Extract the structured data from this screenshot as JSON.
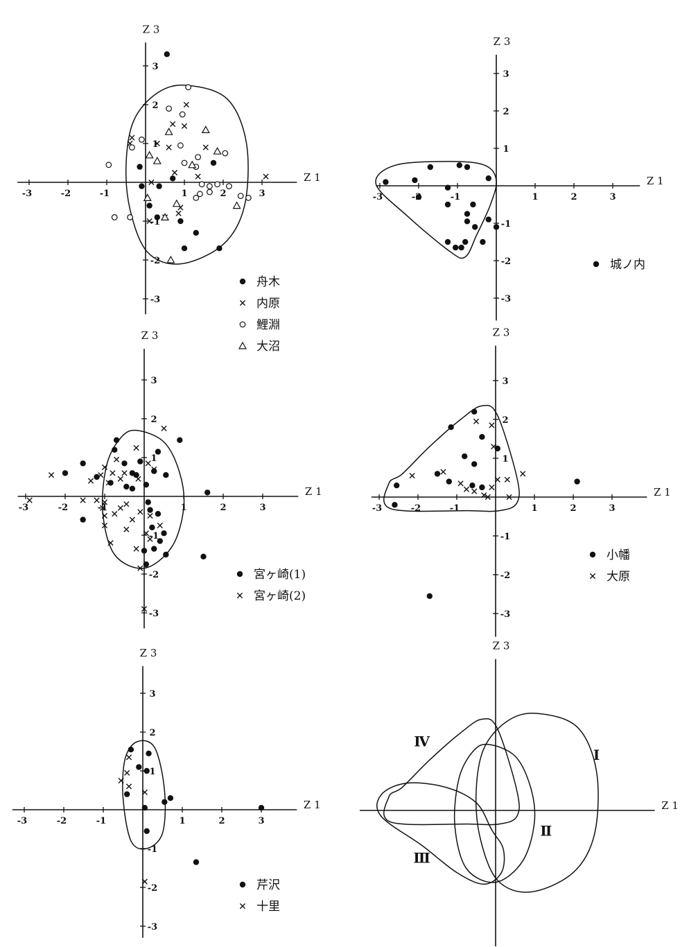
{
  "chart_data": [
    {
      "type": "scatter",
      "x_axis_label": "Z 1",
      "y_axis_label": "Z 3",
      "x_ticks": [
        "-3",
        "-2",
        "-1",
        "1",
        "2",
        "3"
      ],
      "y_ticks": [
        "3",
        "2",
        "1",
        "-1",
        "-2",
        "-3"
      ],
      "series": [
        {
          "name": "舟木",
          "marker": "dot",
          "points": [
            [
              0.55,
              3.3
            ],
            [
              -0.15,
              0.4
            ],
            [
              0.1,
              -0.6
            ],
            [
              0.35,
              -0.1
            ],
            [
              -0.1,
              -0.1
            ],
            [
              0.7,
              0.1
            ],
            [
              0.3,
              -0.9
            ],
            [
              0.9,
              -1.0
            ],
            [
              1.0,
              -1.7
            ],
            [
              1.3,
              -1.3
            ],
            [
              1.75,
              0.5
            ],
            [
              1.9,
              -1.7
            ]
          ]
        },
        {
          "name": "内原",
          "marker": "x",
          "points": [
            [
              1.05,
              2.0
            ],
            [
              0.7,
              1.5
            ],
            [
              1.0,
              1.45
            ],
            [
              0.3,
              1.0
            ],
            [
              0.6,
              0.9
            ],
            [
              1.55,
              0.9
            ],
            [
              -0.35,
              1.15
            ],
            [
              -0.4,
              1.0
            ],
            [
              0.75,
              0.25
            ],
            [
              1.35,
              0.15
            ],
            [
              0.15,
              0.0
            ],
            [
              0.85,
              -0.8
            ],
            [
              0.9,
              -0.65
            ],
            [
              0.5,
              -0.9
            ],
            [
              0.1,
              -1.0
            ],
            [
              3.1,
              0.15
            ]
          ]
        },
        {
          "name": "鯉淵",
          "marker": "o",
          "points": [
            [
              1.1,
              2.45
            ],
            [
              0.6,
              1.9
            ],
            [
              0.95,
              1.75
            ],
            [
              -0.1,
              1.1
            ],
            [
              -0.35,
              0.9
            ],
            [
              0.9,
              0.95
            ],
            [
              1.0,
              0.5
            ],
            [
              1.35,
              0.65
            ],
            [
              2.05,
              0.75
            ],
            [
              1.3,
              0.4
            ],
            [
              -0.95,
              0.45
            ],
            [
              1.45,
              -0.05
            ],
            [
              1.65,
              -0.1
            ],
            [
              1.85,
              -0.05
            ],
            [
              2.15,
              -0.1
            ],
            [
              1.4,
              -0.3
            ],
            [
              1.65,
              -0.25
            ],
            [
              1.3,
              -0.4
            ],
            [
              2.45,
              -0.35
            ],
            [
              2.65,
              -0.4
            ],
            [
              -0.8,
              -0.9
            ],
            [
              -0.4,
              -0.9
            ]
          ]
        },
        {
          "name": "大沼",
          "marker": "tri",
          "points": [
            [
              0.6,
              1.3
            ],
            [
              1.55,
              1.35
            ],
            [
              0.1,
              0.7
            ],
            [
              1.85,
              0.8
            ],
            [
              0.3,
              0.55
            ],
            [
              1.2,
              0.45
            ],
            [
              0.05,
              -0.4
            ],
            [
              0.8,
              -0.55
            ],
            [
              0.5,
              -0.9
            ],
            [
              2.35,
              -0.6
            ],
            [
              0.65,
              -2.0
            ]
          ]
        },
        {
          "name": "城ノ内",
          "marker": "dot",
          "points": [
            [
              -2.85,
              0.1
            ],
            [
              -2.1,
              0.15
            ],
            [
              -1.7,
              0.5
            ],
            [
              -0.95,
              0.55
            ],
            [
              -0.75,
              0.5
            ],
            [
              -0.2,
              0.2
            ],
            [
              -1.25,
              -0.05
            ],
            [
              -2.0,
              -0.3
            ],
            [
              -1.25,
              -0.5
            ],
            [
              -0.6,
              -0.5
            ],
            [
              -0.75,
              -0.75
            ],
            [
              -0.75,
              -0.95
            ],
            [
              -0.55,
              -1.1
            ],
            [
              -0.2,
              -0.9
            ],
            [
              -1.25,
              -1.5
            ],
            [
              -0.8,
              -1.5
            ],
            [
              -0.35,
              -1.5
            ],
            [
              -1.05,
              -1.65
            ],
            [
              -0.9,
              -1.65
            ],
            [
              0.0,
              -1.1
            ]
          ]
        },
        {
          "name": "宮ヶ崎(1)",
          "marker": "dot",
          "points": [
            [
              -2.0,
              0.6
            ],
            [
              -1.55,
              0.85
            ],
            [
              -1.55,
              -0.6
            ],
            [
              -1.2,
              0.5
            ],
            [
              -0.85,
              0.35
            ],
            [
              -0.7,
              1.45
            ],
            [
              -0.75,
              1.2
            ],
            [
              -0.5,
              0.85
            ],
            [
              -0.45,
              0.25
            ],
            [
              -0.3,
              0.6
            ],
            [
              -0.3,
              0.2
            ],
            [
              -0.1,
              0.9
            ],
            [
              -0.2,
              0.55
            ],
            [
              0.05,
              0.3
            ],
            [
              0.1,
              -0.15
            ],
            [
              0.15,
              -0.35
            ],
            [
              0.35,
              1.15
            ],
            [
              0.25,
              0.65
            ],
            [
              0.55,
              0.55
            ],
            [
              0.9,
              1.45
            ],
            [
              1.6,
              0.1
            ],
            [
              0.35,
              -0.45
            ],
            [
              0.2,
              -0.8
            ],
            [
              0.25,
              -1.35
            ],
            [
              0.4,
              -1.15
            ],
            [
              0.5,
              -0.95
            ],
            [
              0.55,
              -1.5
            ],
            [
              0.0,
              -1.4
            ],
            [
              0.05,
              -1.75
            ],
            [
              1.5,
              -1.55
            ]
          ]
        },
        {
          "name": "宮ヶ崎(2)",
          "marker": "x",
          "points": [
            [
              -2.9,
              -0.1
            ],
            [
              -2.35,
              0.55
            ],
            [
              -1.55,
              -0.1
            ],
            [
              -1.35,
              0.4
            ],
            [
              -1.1,
              0.55
            ],
            [
              -1.0,
              0.75
            ],
            [
              -0.8,
              0.6
            ],
            [
              -0.7,
              0.95
            ],
            [
              -0.9,
              0.35
            ],
            [
              -0.6,
              0.45
            ],
            [
              -0.5,
              0.6
            ],
            [
              -1.2,
              -0.1
            ],
            [
              -1.0,
              -0.15
            ],
            [
              -1.0,
              -0.5
            ],
            [
              -0.75,
              -0.45
            ],
            [
              -0.6,
              -0.3
            ],
            [
              -0.45,
              -0.2
            ],
            [
              -0.2,
              1.25
            ],
            [
              -0.15,
              0.45
            ],
            [
              -0.1,
              -0.4
            ],
            [
              0.1,
              0.85
            ],
            [
              0.25,
              0.7
            ],
            [
              -1.0,
              -0.75
            ],
            [
              -0.85,
              -1.2
            ],
            [
              -0.45,
              -0.85
            ],
            [
              -0.3,
              -0.6
            ],
            [
              -0.2,
              -1.35
            ],
            [
              0.05,
              -0.95
            ],
            [
              0.15,
              -1.1
            ],
            [
              0.4,
              -0.75
            ],
            [
              -1.05,
              -0.3
            ],
            [
              -0.1,
              -1.85
            ],
            [
              0.5,
              1.75
            ],
            [
              0.15,
              -0.5
            ],
            [
              0.0,
              -2.9
            ]
          ]
        },
        {
          "name": "小幡",
          "marker": "dot",
          "points": [
            [
              -1.15,
              1.8
            ],
            [
              -0.55,
              2.2
            ],
            [
              -0.35,
              1.55
            ],
            [
              -0.8,
              1.05
            ],
            [
              -0.55,
              0.85
            ],
            [
              0.05,
              1.25
            ],
            [
              -1.5,
              0.6
            ],
            [
              -1.2,
              0.4
            ],
            [
              -0.6,
              0.3
            ],
            [
              -0.35,
              0.25
            ],
            [
              -2.55,
              0.3
            ],
            [
              -2.6,
              -0.2
            ],
            [
              2.1,
              0.4
            ],
            [
              -1.7,
              -2.55
            ]
          ]
        },
        {
          "name": "大原",
          "marker": "x",
          "points": [
            [
              -0.5,
              1.95
            ],
            [
              -0.1,
              1.85
            ],
            [
              -0.05,
              1.3
            ],
            [
              -1.35,
              0.65
            ],
            [
              -0.9,
              0.35
            ],
            [
              -0.75,
              0.2
            ],
            [
              -0.55,
              0.15
            ],
            [
              -0.3,
              0.05
            ],
            [
              -0.1,
              0.25
            ],
            [
              0.05,
              0.45
            ],
            [
              0.3,
              0.45
            ],
            [
              0.35,
              0.0
            ],
            [
              0.7,
              0.6
            ],
            [
              -2.15,
              0.55
            ],
            [
              -0.2,
              0.0
            ]
          ]
        },
        {
          "name": "芹沢",
          "marker": "dot",
          "points": [
            [
              -0.3,
              1.55
            ],
            [
              0.15,
              1.45
            ],
            [
              -0.1,
              1.1
            ],
            [
              0.1,
              1.0
            ],
            [
              -0.4,
              0.4
            ],
            [
              0.05,
              0.05
            ],
            [
              0.55,
              0.2
            ],
            [
              0.7,
              0.3
            ],
            [
              0.1,
              -0.55
            ],
            [
              1.35,
              -1.35
            ],
            [
              3.0,
              0.05
            ]
          ]
        },
        {
          "name": "十里",
          "marker": "x",
          "points": [
            [
              -0.35,
              1.35
            ],
            [
              -0.55,
              0.75
            ],
            [
              -0.35,
              0.6
            ],
            [
              -0.4,
              0.95
            ],
            [
              0.05,
              0.45
            ],
            [
              0.05,
              -1.85
            ]
          ]
        }
      ],
      "legends": [
        {
          "items": [
            {
              "label": "舟木",
              "marker": "dot"
            },
            {
              "label": "内原",
              "marker": "x"
            },
            {
              "label": "鯉淵",
              "marker": "o"
            },
            {
              "label": "大沼",
              "marker": "tri"
            }
          ]
        },
        {
          "items": [
            {
              "label": "城ノ内",
              "marker": "dot"
            }
          ]
        },
        {
          "items": [
            {
              "label": "宮ヶ崎(1)",
              "marker": "dot"
            },
            {
              "label": "宮ヶ崎(2)",
              "marker": "x"
            }
          ]
        },
        {
          "items": [
            {
              "label": "小幡",
              "marker": "dot"
            },
            {
              "label": "大原",
              "marker": "x"
            }
          ]
        },
        {
          "items": [
            {
              "label": "芹沢",
              "marker": "dot"
            },
            {
              "label": "十里",
              "marker": "x"
            }
          ]
        }
      ],
      "overlay_labels": [
        "Ⅰ",
        "Ⅱ",
        "Ⅲ",
        "Ⅳ"
      ]
    }
  ]
}
